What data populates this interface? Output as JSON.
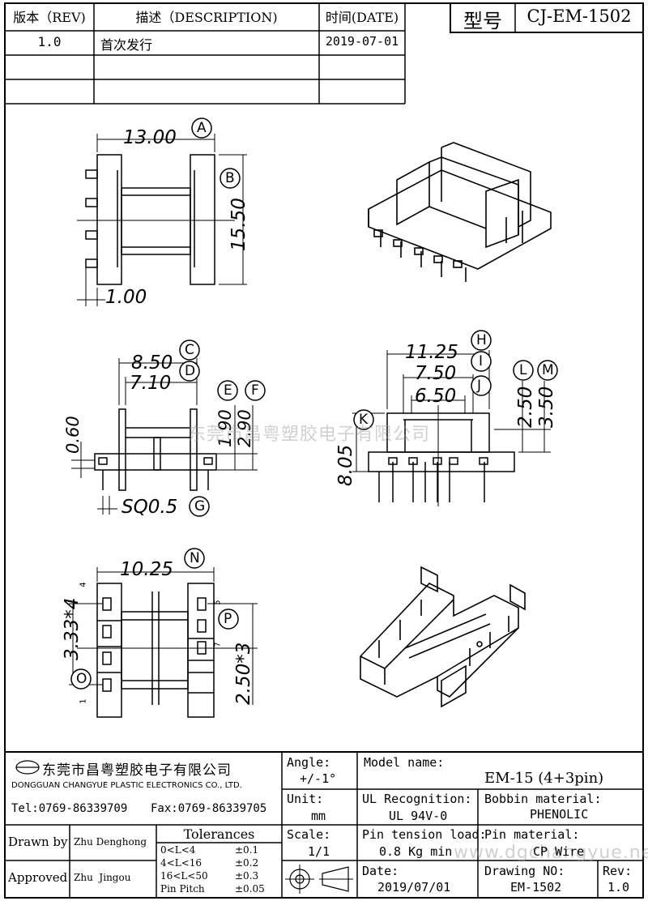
{
  "revision_table": {
    "headers": {
      "rev": "版本（REV)",
      "desc": "描述（DESCRIPTION)",
      "date": "时间(DATE)"
    },
    "rows": [
      {
        "rev": "1.0",
        "desc": "首次发行",
        "date": "2019-07-01"
      }
    ]
  },
  "model_box": {
    "label": "型号",
    "value": "CJ-EM-1502"
  },
  "dimensions": {
    "A": "13.00",
    "B": "15.50",
    "pin_offset": "1.00",
    "C": "8.50",
    "D": "7.10",
    "E": "1.90",
    "F": "2.90",
    "top_offset": "0.60",
    "G": "SQ0.5",
    "H": "11.25",
    "I": "7.50",
    "J": "6.50",
    "K": "8.05",
    "L": "2.50",
    "M": "3.50",
    "N": "10.25",
    "O": "3.33*4",
    "P": "2.50*3",
    "pin_4": "4",
    "pin_5": "5",
    "pin_7": "7",
    "pin_1": "1"
  },
  "callouts": {
    "A": "A",
    "B": "B",
    "C": "C",
    "D": "D",
    "E": "E",
    "F": "F",
    "G": "G",
    "H": "H",
    "I": "I",
    "J": "J",
    "K": "K",
    "L": "L",
    "M": "M",
    "N": "N",
    "O": "O",
    "P": "P"
  },
  "watermark": {
    "text": "东莞市昌粤塑胶电子有限公司",
    "url": "www.dgchangyue.net"
  },
  "title_block": {
    "company_cn": "东莞市昌粤塑胶电子有限公司",
    "company_en": "DONGGUAN CHANGYUE PLASTIC ELECTRONICS CO., LTD.",
    "tel": "Tel:0769-86339709",
    "fax": "Fax:0769-86339705",
    "angle_label": "Angle:",
    "angle_value": "+/-1°",
    "unit_label": "Unit:",
    "unit_value": "mm",
    "scale_label": "Scale:",
    "scale_value": "1/1",
    "model_name_label": "Model name:",
    "model_name_value": "EM-15 (4+3pin)",
    "ul_label": "UL Recognition:",
    "ul_value": "UL 94V-0",
    "bobbin_label": "Bobbin material:",
    "bobbin_value": "PHENOLIC",
    "pin_tension_label": "Pin tension load:",
    "pin_tension_value": "0.8 Kg min",
    "pin_material_label": "Pin material:",
    "pin_material_value": "CP Wire",
    "date_label": "Date:",
    "date_value": "2019/07/01",
    "drawing_no_label": "Drawing NO:",
    "drawing_no_value": "EM-1502",
    "rev_label": "Rev:",
    "rev_value": "1.0",
    "drawn_by_label": "Drawn by",
    "drawn_by_value": "Zhu Denghong",
    "approved_label": "Approved",
    "approved_value": "Zhu  Jingou",
    "tolerances_title": "Tolerances",
    "tolerances": [
      {
        "range": "0<L<4",
        "value": "±0.1"
      },
      {
        "range": "4<L<16",
        "value": "±0.2"
      },
      {
        "range": "16<L<50",
        "value": "±0.3"
      },
      {
        "range": "Pin Pitch",
        "value": "±0.05"
      }
    ]
  }
}
